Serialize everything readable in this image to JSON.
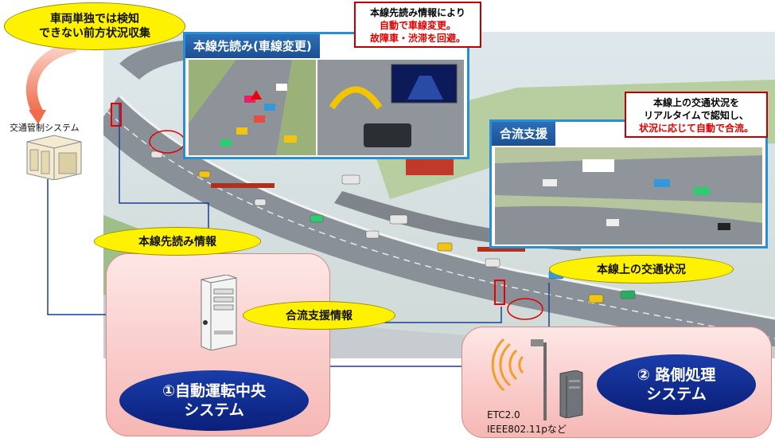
{
  "top_ellipse": {
    "line1": "車両単独では検知",
    "line2": "できない前方状況収集"
  },
  "traffic_center": {
    "label": "交通管制システム"
  },
  "panel_lookahead": {
    "title": "本線先読み(車線変更)"
  },
  "panel_merge": {
    "title": "合流支援"
  },
  "callout_lookahead": {
    "line1": "本線先読み情報により",
    "line2": "自動で車線変更。",
    "line3": "故障車・渋滞を回避。"
  },
  "callout_merge": {
    "line1": "本線上の交通状況を",
    "line2": "リアルタイムで認知し、",
    "line3": "状況に応じて自動で合流。"
  },
  "label_lookahead_info": "本線先読み情報",
  "label_merge_info": "合流支援情報",
  "label_mainline_traffic": "本線上の交通状況",
  "system1": {
    "line1": "①自動運転中央",
    "line2": "システム"
  },
  "system2": {
    "line1": "② 路側処理",
    "line2": "システム"
  },
  "protocols": {
    "line1": "ETC2.0",
    "line2": "IEEE802.11pなど"
  },
  "colors": {
    "accent_blue": "#1c4f94",
    "highlight_yellow": "#fff200",
    "alert_red": "#e00000",
    "pink": "#f6b7b4"
  }
}
